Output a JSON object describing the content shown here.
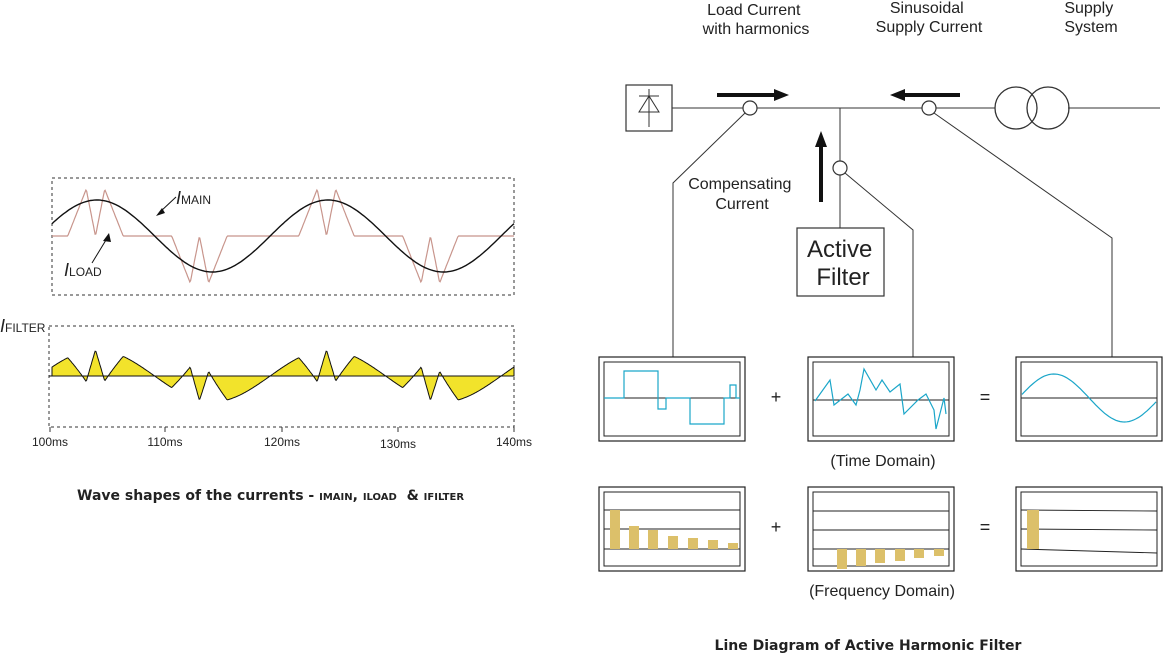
{
  "waveforms": {
    "i_main": {
      "italic": "I",
      "sub": "MAIN"
    },
    "i_load": {
      "italic": "I",
      "sub": "LOAD"
    },
    "i_filter": {
      "italic": "I",
      "sub": "FILTER"
    },
    "time_ticks": [
      "100ms",
      "110ms",
      "120ms",
      "130ms",
      "140ms"
    ],
    "caption": {
      "prefix": "Wave shapes of the currents - ",
      "main": "IMAIN",
      "sep1": ", ",
      "load": "ILOAD",
      "sep2": "  & ",
      "filter": "IFILTER"
    },
    "colors": {
      "main": "#111111",
      "load": "#c8958c",
      "filter_fill": "#f2e32b"
    }
  },
  "line_diagram": {
    "load_current": [
      "Load Current",
      "with harmonics"
    ],
    "sinusoidal_supply": [
      "Sinusoidal",
      "Supply Current"
    ],
    "supply_system": [
      "Supply",
      "System"
    ],
    "compensating": [
      "Compensating",
      "Current"
    ],
    "active_filter": [
      "Active",
      "Filter"
    ],
    "plus": "+",
    "equals": "=",
    "time_domain": "(Time Domain)",
    "frequency_domain": "(Frequency Domain)",
    "caption": "Line Diagram of Active Harmonic Filter",
    "colors": {
      "trace": "#1ba6c9",
      "bar": "#dcc06a"
    }
  }
}
